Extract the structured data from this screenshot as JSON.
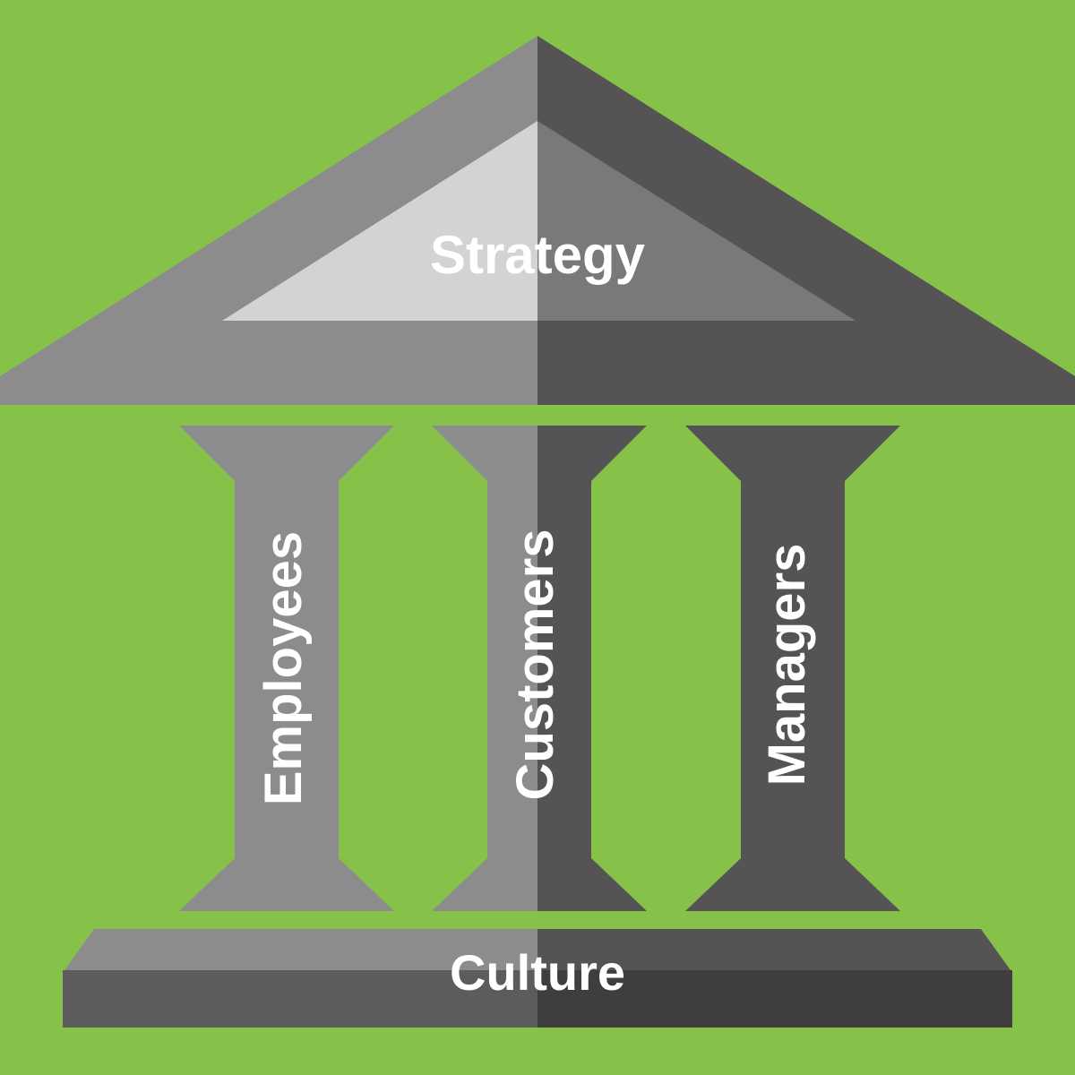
{
  "diagram": {
    "roof": {
      "label": "Strategy"
    },
    "pillars": [
      {
        "label": "Employees"
      },
      {
        "label": "Customers"
      },
      {
        "label": "Managers"
      }
    ],
    "base": {
      "label": "Culture"
    }
  },
  "colors": {
    "background": "#86c24a",
    "light_gray": "#8d8c8d",
    "mid_gray": "#7a7879",
    "dark_gray": "#555354",
    "darker_gray": "#3f3d3e",
    "pale_gray": "#d3d3d4",
    "text": "#ffffff"
  }
}
